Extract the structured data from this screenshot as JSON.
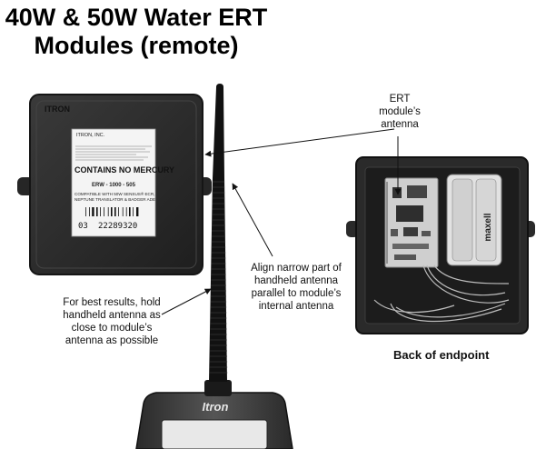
{
  "title": {
    "line1": "40W & 50W Water ERT",
    "line2": "Modules (remote)"
  },
  "callouts": {
    "ert_antenna": {
      "line1": "ERT",
      "line2": "module’s",
      "line3": "antenna"
    },
    "align": {
      "line1": "Align narrow part of",
      "line2": "handheld antenna",
      "line3": "parallel to module’s",
      "line4": "internal antenna"
    },
    "best_results": {
      "line1": "For best results, hold",
      "line2": "handheld antenna as",
      "line3": "close to module’s",
      "line4": "antenna as possible"
    }
  },
  "caption_back": "Back of endpoint",
  "module_label": {
    "brand": "ITRON",
    "company": "ITRON, INC.",
    "warning": "CONTAINS NO MERCURY",
    "model": "ERW - 1000 - 505",
    "compat1": "COMPATIBLE WITH 50W SENSUS® ECR,",
    "compat2": "NEPTUNE TRANSLATOR & BADGER ADE",
    "serial_prefix": "03",
    "serial": "22289320"
  },
  "handheld_brand": "Itron",
  "battery_brand": "maxell",
  "colors": {
    "module_body": "#2b2b2b",
    "module_edge": "#151515",
    "label_bg": "#f4f4f4",
    "antenna": "#111111",
    "handheld": "#3a3a3a",
    "circuit": "#cfcfcf"
  }
}
